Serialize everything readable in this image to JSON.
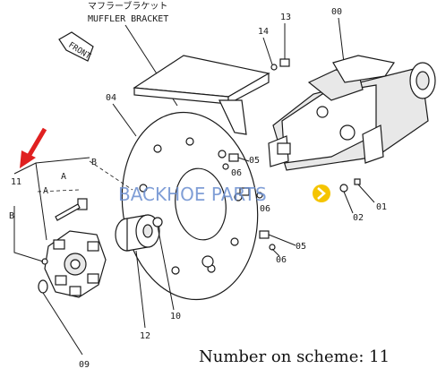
{
  "header": {
    "jp_label": "マフラーブラケット",
    "en_label": "MUFFLER BRACKET"
  },
  "front_tag": "FRONT",
  "callouts": {
    "c00": "00",
    "c01": "01",
    "c02": "02",
    "c04": "04",
    "c05a": "05",
    "c05b": "05",
    "c06a": "06",
    "c06b": "06",
    "c06c": "06",
    "c09": "09",
    "c10": "10",
    "c11": "11",
    "c12": "12",
    "c13": "13",
    "c14": "14"
  },
  "letters": {
    "a1": "A",
    "a2": "A",
    "b1": "B",
    "b2": "B"
  },
  "watermark": {
    "text": "BACKHOE PARTS",
    "color": "#6a8ed0",
    "badge_color": "#f5c400"
  },
  "caption": "Number on scheme: 11",
  "colors": {
    "arrow": "#e02020",
    "ink": "#1a1a1a"
  }
}
